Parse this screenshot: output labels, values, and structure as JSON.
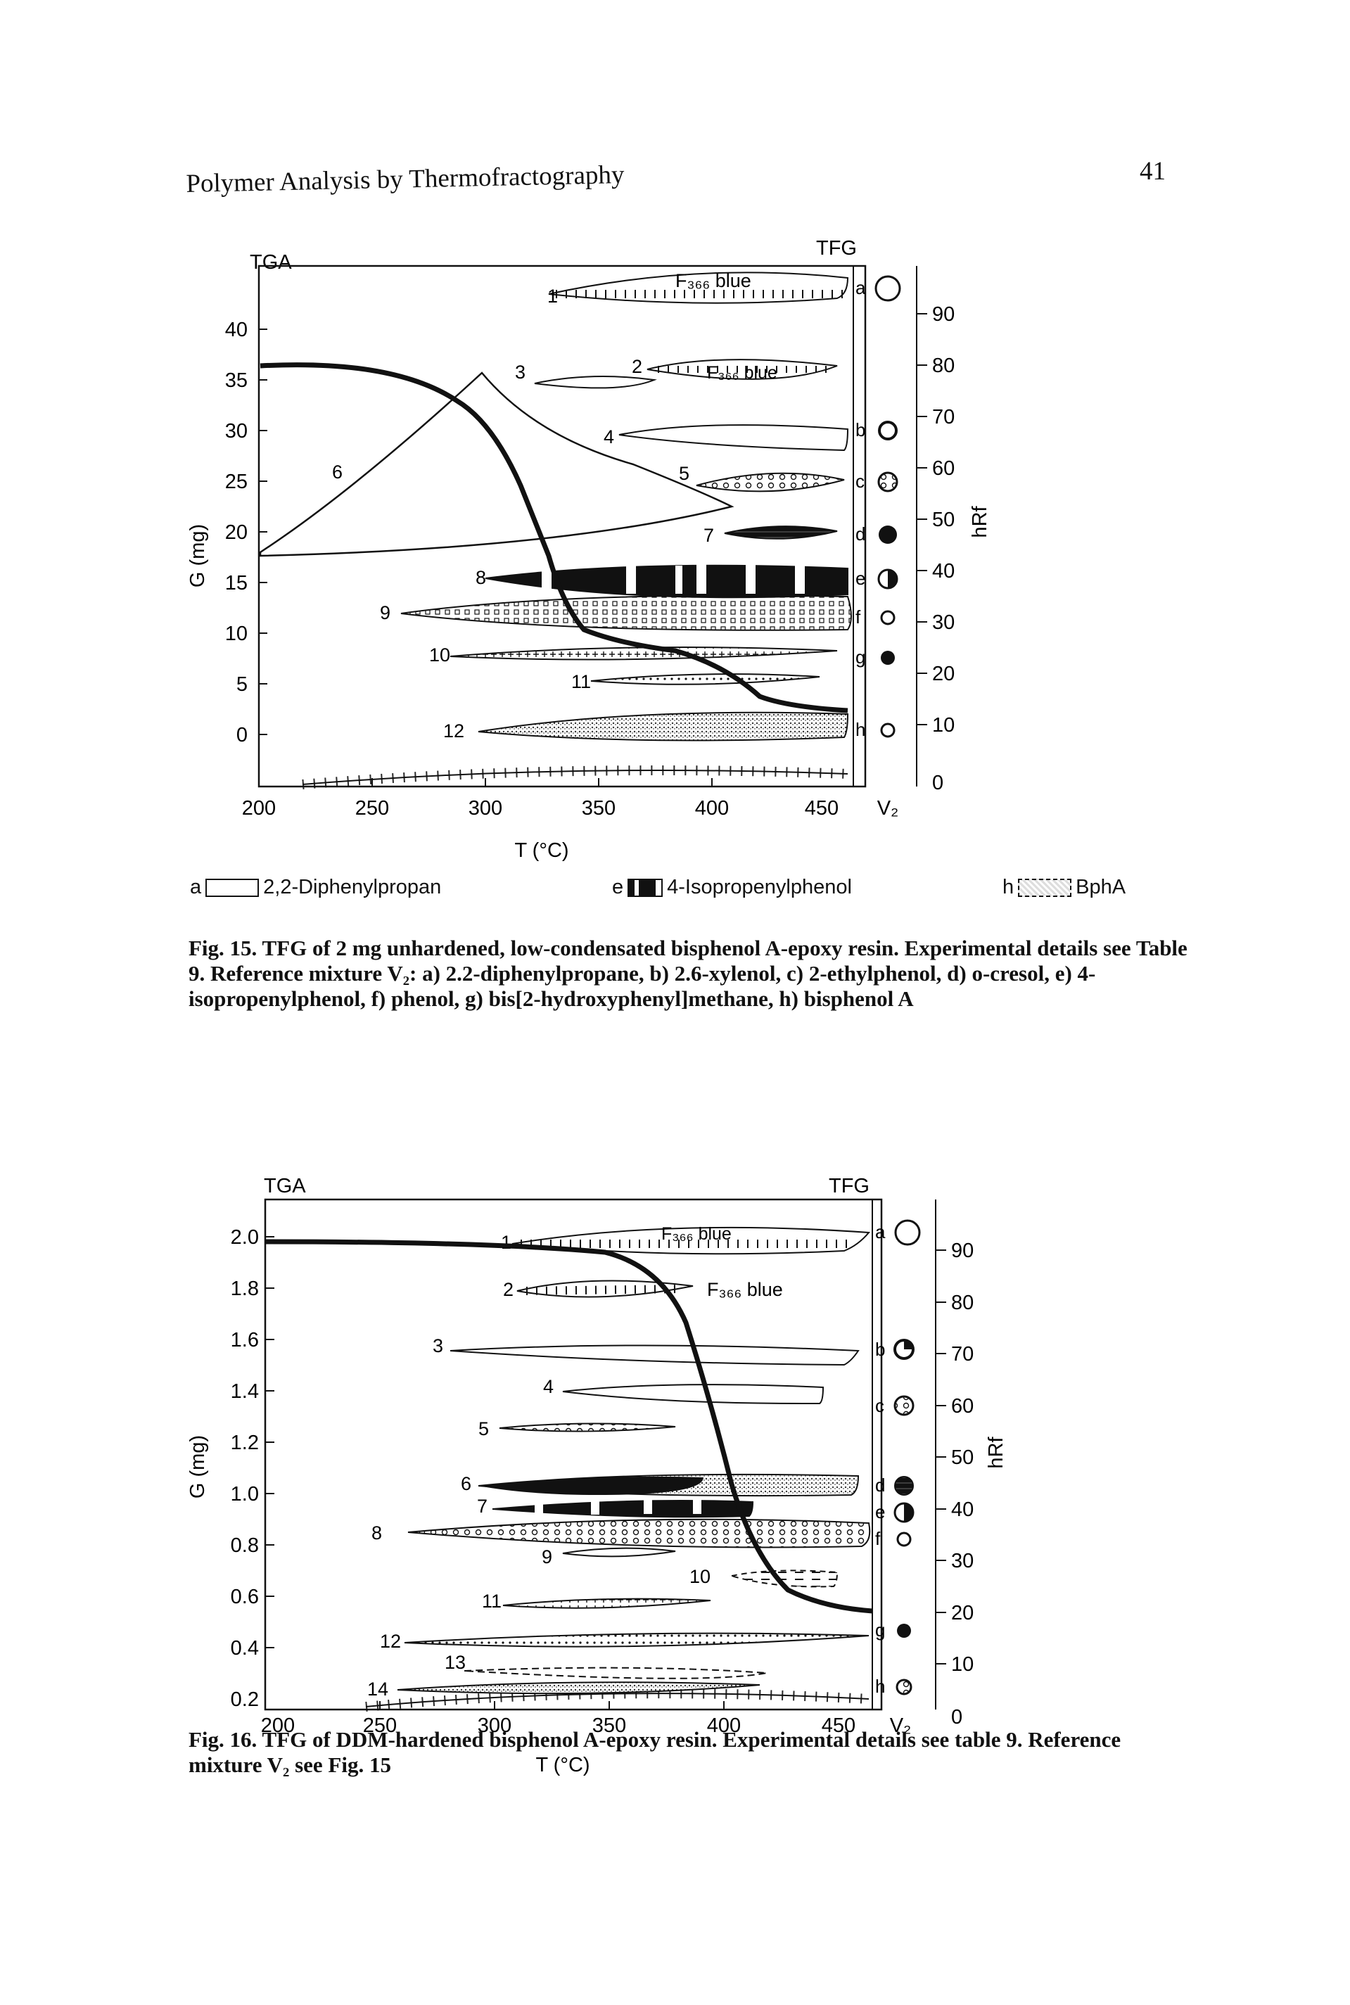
{
  "page": {
    "header_left": "Polymer Analysis by Thermofractography",
    "page_number": "41"
  },
  "fig15": {
    "tga_label": "TGA",
    "tfg_label": "TFG",
    "y_left_label": "G (mg)",
    "y_right_label": "hRf",
    "x_label": "T (°C)",
    "x_ticks": [
      "200",
      "250",
      "300",
      "350",
      "400",
      "450"
    ],
    "x_extra": "V₂",
    "y_left_ticks": [
      "40",
      "35",
      "30",
      "25",
      "20",
      "15",
      "10",
      "5",
      "0"
    ],
    "y_right_ticks": [
      "90",
      "80",
      "70",
      "60",
      "50",
      "40",
      "30",
      "20",
      "10",
      "0"
    ],
    "band_numbers": [
      "1",
      "2",
      "3",
      "4",
      "5",
      "6",
      "7",
      "8",
      "9",
      "10",
      "11",
      "12"
    ],
    "f366_1": "F₃₆₆ blue",
    "f366_2": "F₃₆₆ blue",
    "ref_letters": [
      "a",
      "b",
      "c",
      "d",
      "e",
      "f",
      "g",
      "h"
    ],
    "legend": [
      {
        "key": "a",
        "text": "2,2-Diphenylpropan"
      },
      {
        "key": "e",
        "text": "4-Isopropenylphenol"
      },
      {
        "key": "h",
        "text": "BphA"
      }
    ],
    "caption": "Fig. 15. TFG of 2 mg unhardened, low-condensated bisphenol A-epoxy resin. Experimental details see Table 9. Reference mixture V₂: a) 2.2-diphenylpropane, b) 2.6-xylenol, c) 2-ethylphenol, d) o-cresol, e) 4-isopropenylphenol, f) phenol, g) bis[2-hydroxyphenyl]methane, h) bisphenol A"
  },
  "fig16": {
    "tga_label": "TGA",
    "tfg_label": "TFG",
    "y_left_label": "G (mg)",
    "y_right_label": "hRf",
    "x_label": "T (°C)",
    "x_ticks": [
      "200",
      "250",
      "300",
      "350",
      "400",
      "450"
    ],
    "x_extra": "V₂",
    "y_left_ticks": [
      "2.0",
      "1.8",
      "1.6",
      "1.4",
      "1.2",
      "1.0",
      "0.8",
      "0.6",
      "0.4",
      "0.2"
    ],
    "y_right_ticks": [
      "90",
      "80",
      "70",
      "60",
      "50",
      "40",
      "30",
      "20",
      "10",
      "0"
    ],
    "band_numbers": [
      "1",
      "2",
      "3",
      "4",
      "5",
      "6",
      "7",
      "8",
      "9",
      "10",
      "11",
      "12",
      "13",
      "14"
    ],
    "f366_1": "F₃₆₆ blue",
    "f366_2": "F₃₆₆ blue",
    "ref_letters": [
      "a",
      "b",
      "c",
      "d",
      "e",
      "f",
      "g",
      "h"
    ],
    "caption": "Fig. 16. TFG of DDM-hardened bisphenol A-epoxy resin. Experimental details see table 9. Reference mixture V₂ see Fig. 15"
  }
}
